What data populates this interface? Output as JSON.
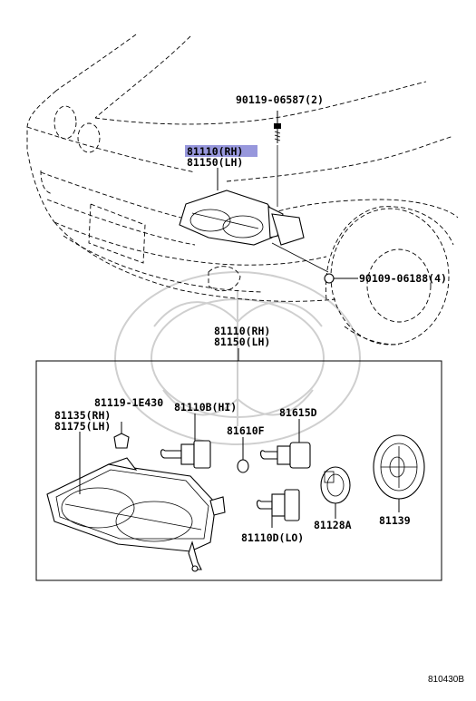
{
  "top_labels": {
    "bolt_upper": "90119-06587(2)",
    "assy_rh": "81110(RH)",
    "assy_lh": "81150(LH)",
    "bolt_lower": "90109-06188(4)"
  },
  "detail_labels": {
    "assy_rh": "81110(RH)",
    "assy_lh": "81150(LH)",
    "side_screw": "81119-1E430",
    "side_lamp_rh": "81135(RH)",
    "side_lamp_lh": "81175(LH)",
    "bulb_hi": "81110B(HI)",
    "bulb_small": "81610F",
    "bulb_d": "81615D",
    "bulb_lo": "81110D(LO)",
    "socket": "81128A",
    "cover": "81139"
  },
  "highlight_color": "#8c8cd8",
  "catalog_number": "810430B"
}
